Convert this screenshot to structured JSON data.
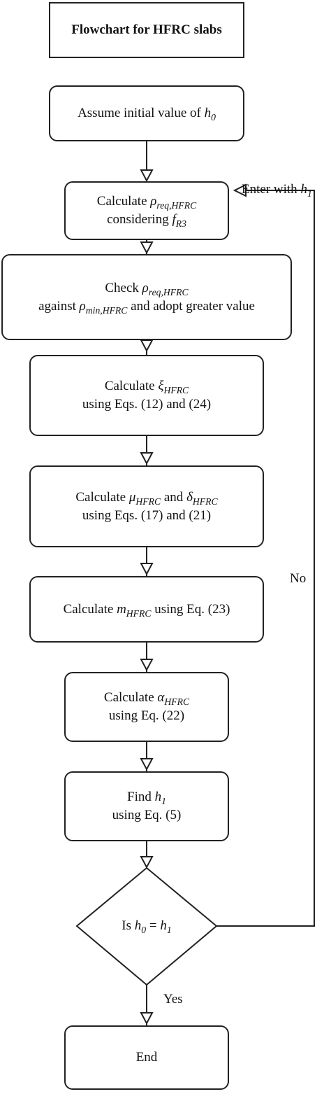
{
  "title": "Flowchart for HFRC slabs",
  "nodes": {
    "assume": {
      "text": "Assume initial value of ",
      "var": "h",
      "sub": "0"
    },
    "calc_rho": {
      "line1_text": "Calculate ",
      "line1_var": "ρ",
      "line1_sub": "req,HFRC",
      "line2_text": "considering ",
      "line2_var": "f",
      "line2_sub": "R3"
    },
    "check_rho": {
      "line1_text": "Check ",
      "line1_var": "ρ",
      "line1_sub": "req,HFRC",
      "line2_pre": "against ",
      "line2_var": "ρ",
      "line2_sub": "min,HFRC",
      "line2_post": " and adopt greater value"
    },
    "calc_xi": {
      "line1_text": "Calculate ",
      "line1_var": "ξ",
      "line1_sub": "HFRC",
      "line2": "using Eqs. (12) and (24)"
    },
    "calc_mu": {
      "line1_text": "Calculate ",
      "var1": "μ",
      "sub1": "HFRC",
      "mid": " and ",
      "var2": "δ",
      "sub2": "HFRC",
      "line2": "using Eqs. (17) and (21)"
    },
    "calc_m": {
      "pre": "Calculate ",
      "var": "m",
      "sub": "HFRC",
      "post": " using Eq. (23)"
    },
    "calc_alpha": {
      "line1_text": "Calculate ",
      "line1_var": "α",
      "line1_sub": "HFRC",
      "line2": "using Eq. (22)"
    },
    "find_h1": {
      "line1_text": "Find ",
      "line1_var": "h",
      "line1_sub": "1",
      "line2": "using Eq. (5)"
    },
    "decision": {
      "pre": "Is ",
      "var1": "h",
      "sub1": "0",
      "eq": " = ",
      "var2": "h",
      "sub2": "1"
    },
    "end": {
      "text": "End"
    }
  },
  "labels": {
    "enter_text": "Enter with ",
    "enter_var": "h",
    "enter_sub": "1",
    "no": "No",
    "yes": "Yes"
  }
}
